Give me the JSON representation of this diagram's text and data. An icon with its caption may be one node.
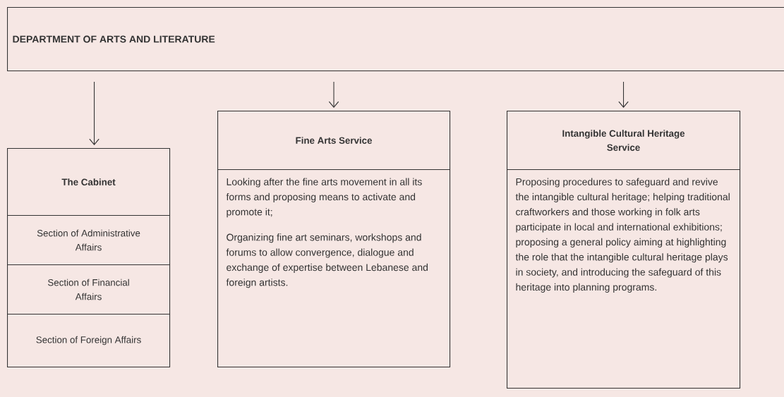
{
  "diagram": {
    "nodes": [
      {
        "text": [
          "DEPARTMENT OF ARTS AND LITERATURE"
        ]
      },
      {
        "text": [
          "The Cabinet"
        ]
      },
      {
        "text": [
          "Section of Administrative Affairs"
        ]
      },
      {
        "text": [
          "Section of Financial Affairs"
        ]
      },
      {
        "text": [
          "Section of Foreign Affairs"
        ]
      },
      {
        "text": [
          "Fine Arts Service"
        ]
      },
      {
        "text": [
          "Looking after the fine arts movement in all its forms and proposing means to activate and promote it;",
          "Organizing fine art seminars, workshops and forums to allow convergence, dialogue and exchange of expertise between Lebanese and foreign artists."
        ]
      },
      {
        "text": [
          "Intangible Cultural Heritage Service"
        ]
      },
      {
        "text": [
          "Proposing procedures to safeguard and revive the intangible cultural heritage; helping traditional craftworkers and those working in folk arts participate in local and international exhibitions; proposing a general policy aiming at highlighting the role that the intangible cultural heritage plays in society, and introducing the safeguard of this heritage into planning programs."
        ]
      }
    ],
    "edges": [
      {
        "from": 0,
        "to": 1,
        "arrow": "to"
      },
      {
        "from": 0,
        "to": 5,
        "arrow": "to"
      },
      {
        "from": 0,
        "to": 7,
        "arrow": "to"
      }
    ]
  }
}
